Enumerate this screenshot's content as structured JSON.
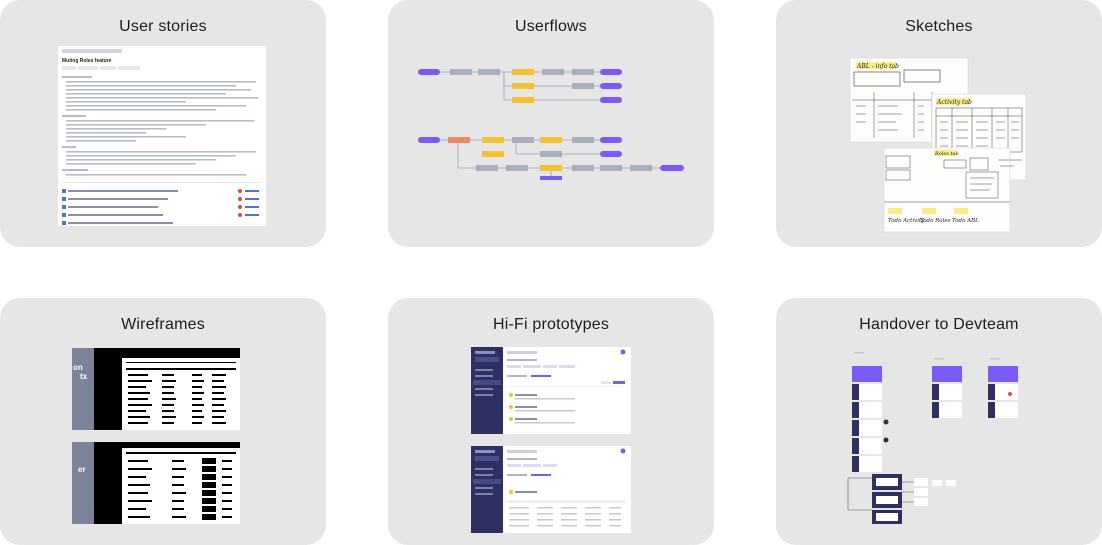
{
  "cards": [
    {
      "title": "User stories"
    },
    {
      "title": "Userflows"
    },
    {
      "title": "Sketches"
    },
    {
      "title": "Wireframes"
    },
    {
      "title": "Hi-Fi prototypes"
    },
    {
      "title": "Handover to Devteam"
    }
  ],
  "colors": {
    "card_bg": "#e6e6e6",
    "flow_purple": "#7a5af8",
    "flow_yellow": "#f2c230",
    "flow_orange": "#f08a5d",
    "flow_gray": "#a9adbd",
    "nav_dark": "#2d3060",
    "wire_dark": "#7b8299"
  },
  "user_stories": {
    "doc_title": "Muting Roles feature"
  },
  "sketches": {
    "note_1": "ABL - info tab",
    "note_2": "Activity tab",
    "note_3": "Roles tab",
    "labels": [
      "Todo Activity",
      "Todo Roles",
      "Todo ABL"
    ]
  },
  "wireframes": {
    "side_text_1": "on",
    "side_text_2": "tx",
    "side_text_3": "er"
  }
}
